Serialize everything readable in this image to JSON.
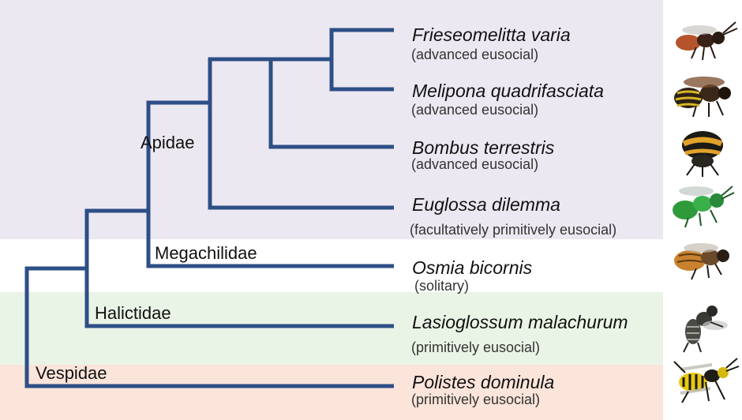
{
  "colors": {
    "branch": "#2e4f86",
    "band_apidae": "#ece8f1",
    "band_halictidae": "#eaf4e6",
    "band_vespidae": "#fbe4da"
  },
  "families": {
    "apidae": "Apidae",
    "megachilidae": "Megachilidae",
    "halictidae": "Halictidae",
    "vespidae": "Vespidae"
  },
  "taxa": [
    {
      "species": "Frieseomelitta varia",
      "behavior": "(advanced eusocial)",
      "icon": "stingless-bee-icon"
    },
    {
      "species": "Melipona quadrifasciata",
      "behavior": "(advanced eusocial)",
      "icon": "stingless-bee-icon"
    },
    {
      "species": "Bombus terrestris",
      "behavior": "(advanced eusocial)",
      "icon": "bumblebee-icon"
    },
    {
      "species": "Euglossa dilemma",
      "behavior": "(facultatively primitively eusocial)",
      "icon": "orchid-bee-icon"
    },
    {
      "species": "Osmia bicornis",
      "behavior": "(solitary)",
      "icon": "mason-bee-icon"
    },
    {
      "species": "Lasioglossum malachurum",
      "behavior": "(primitively eusocial)",
      "icon": "sweat-bee-icon"
    },
    {
      "species": "Polistes dominula",
      "behavior": "(primitively eusocial)",
      "icon": "paper-wasp-icon"
    }
  ]
}
